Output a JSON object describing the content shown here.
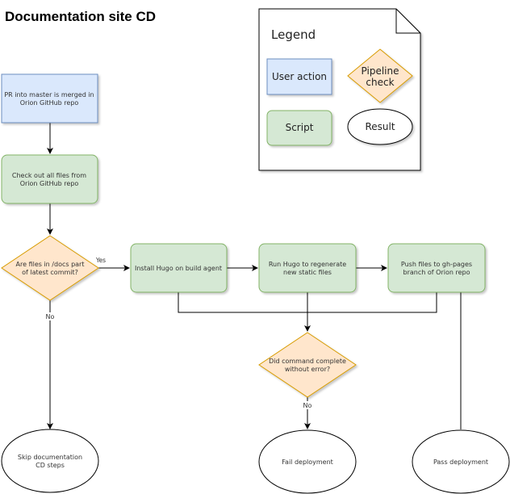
{
  "title": "Documentation site CD",
  "legend": {
    "title": "Legend",
    "user_action": "User action",
    "pipeline_check_1": "Pipeline",
    "pipeline_check_2": "check",
    "script": "Script",
    "result": "Result"
  },
  "nodes": {
    "pr_merged": [
      "PR into master is merged in",
      "Orion GitHub repo"
    ],
    "check_out": [
      "Check out all files from",
      "Orion GitHub repo"
    ],
    "docs_check": [
      "Are files in /docs part",
      "of latest commit?"
    ],
    "install_hugo": [
      "Install Hugo on build agent"
    ],
    "run_hugo": [
      "Run Hugo to regenerate",
      "new static files"
    ],
    "push_files": [
      "Push files to gh-pages",
      "branch of Orion repo"
    ],
    "cmd_check": [
      "Did command complete",
      "without error?"
    ],
    "skip": [
      "Skip documentation",
      "CD steps"
    ],
    "fail": [
      "Fail deployment"
    ],
    "pass": [
      "Pass deployment"
    ]
  },
  "edges": {
    "yes": "Yes",
    "no_docs": "No",
    "no_cmd": "No"
  },
  "colors": {
    "user_action_fill": "#dae8fc",
    "user_action_stroke": "#6c8ebf",
    "script_fill": "#d5e8d4",
    "script_stroke": "#82b366",
    "check_fill": "#ffe6cc",
    "check_stroke": "#d79b00"
  }
}
